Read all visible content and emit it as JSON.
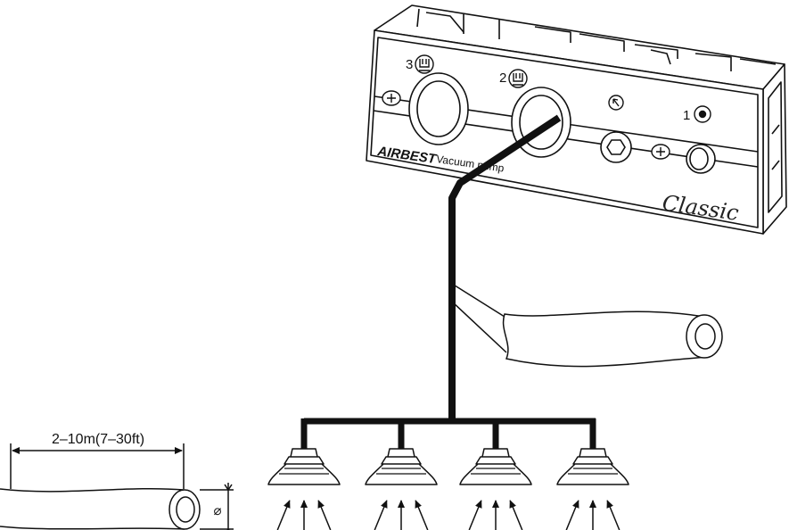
{
  "pump": {
    "brand": "AIRBEST",
    "product": "Vacuum pump",
    "model": "Classic",
    "port_numbers": [
      "3",
      "2",
      "1"
    ]
  },
  "hose_spec": {
    "length": "2–10m(7–30ft)",
    "diameter_symbol": "⌀"
  }
}
